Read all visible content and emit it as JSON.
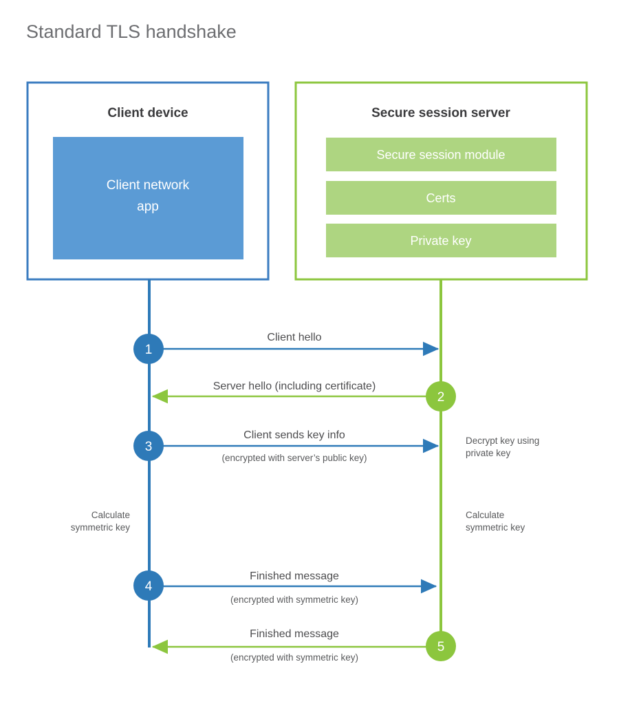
{
  "page": {
    "title": "Standard TLS handshake",
    "background": "#ffffff"
  },
  "colors": {
    "blue": "#2e7ab8",
    "blue_fill": "#5b9bd5",
    "green": "#8cc63e",
    "green_fill": "#aed581",
    "title_gray": "#6d6e71",
    "text_gray": "#58595b",
    "heading_dark": "#3a3a3c"
  },
  "client_panel": {
    "title": "Client device",
    "inner_box": {
      "label_line1": "Client network",
      "label_line2": "app"
    }
  },
  "server_panel": {
    "title": "Secure session server",
    "bars": [
      {
        "label": "Secure session module"
      },
      {
        "label": "Certs"
      },
      {
        "label": "Private key"
      }
    ]
  },
  "steps": [
    {
      "number": "1",
      "side": "client",
      "direction": "to-server",
      "label": "Client hello",
      "sublabel": ""
    },
    {
      "number": "2",
      "side": "server",
      "direction": "to-client",
      "label": "Server hello (including certificate)",
      "sublabel": ""
    },
    {
      "number": "3",
      "side": "client",
      "direction": "to-server",
      "label": "Client sends key info",
      "sublabel": "(encrypted with server’s public key)"
    },
    {
      "number": "4",
      "side": "client",
      "direction": "to-server",
      "label": "Finished message",
      "sublabel": "(encrypted with symmetric key)"
    },
    {
      "number": "5",
      "side": "server",
      "direction": "to-client",
      "label": "Finished message",
      "sublabel": "(encrypted with symmetric key)"
    }
  ],
  "notes": {
    "server_decrypt_line1": "Decrypt key using",
    "server_decrypt_line2": "private key",
    "client_calc_line1": "Calculate",
    "client_calc_line2": "symmetric key",
    "server_calc_line1": "Calculate",
    "server_calc_line2": "symmetric key"
  }
}
